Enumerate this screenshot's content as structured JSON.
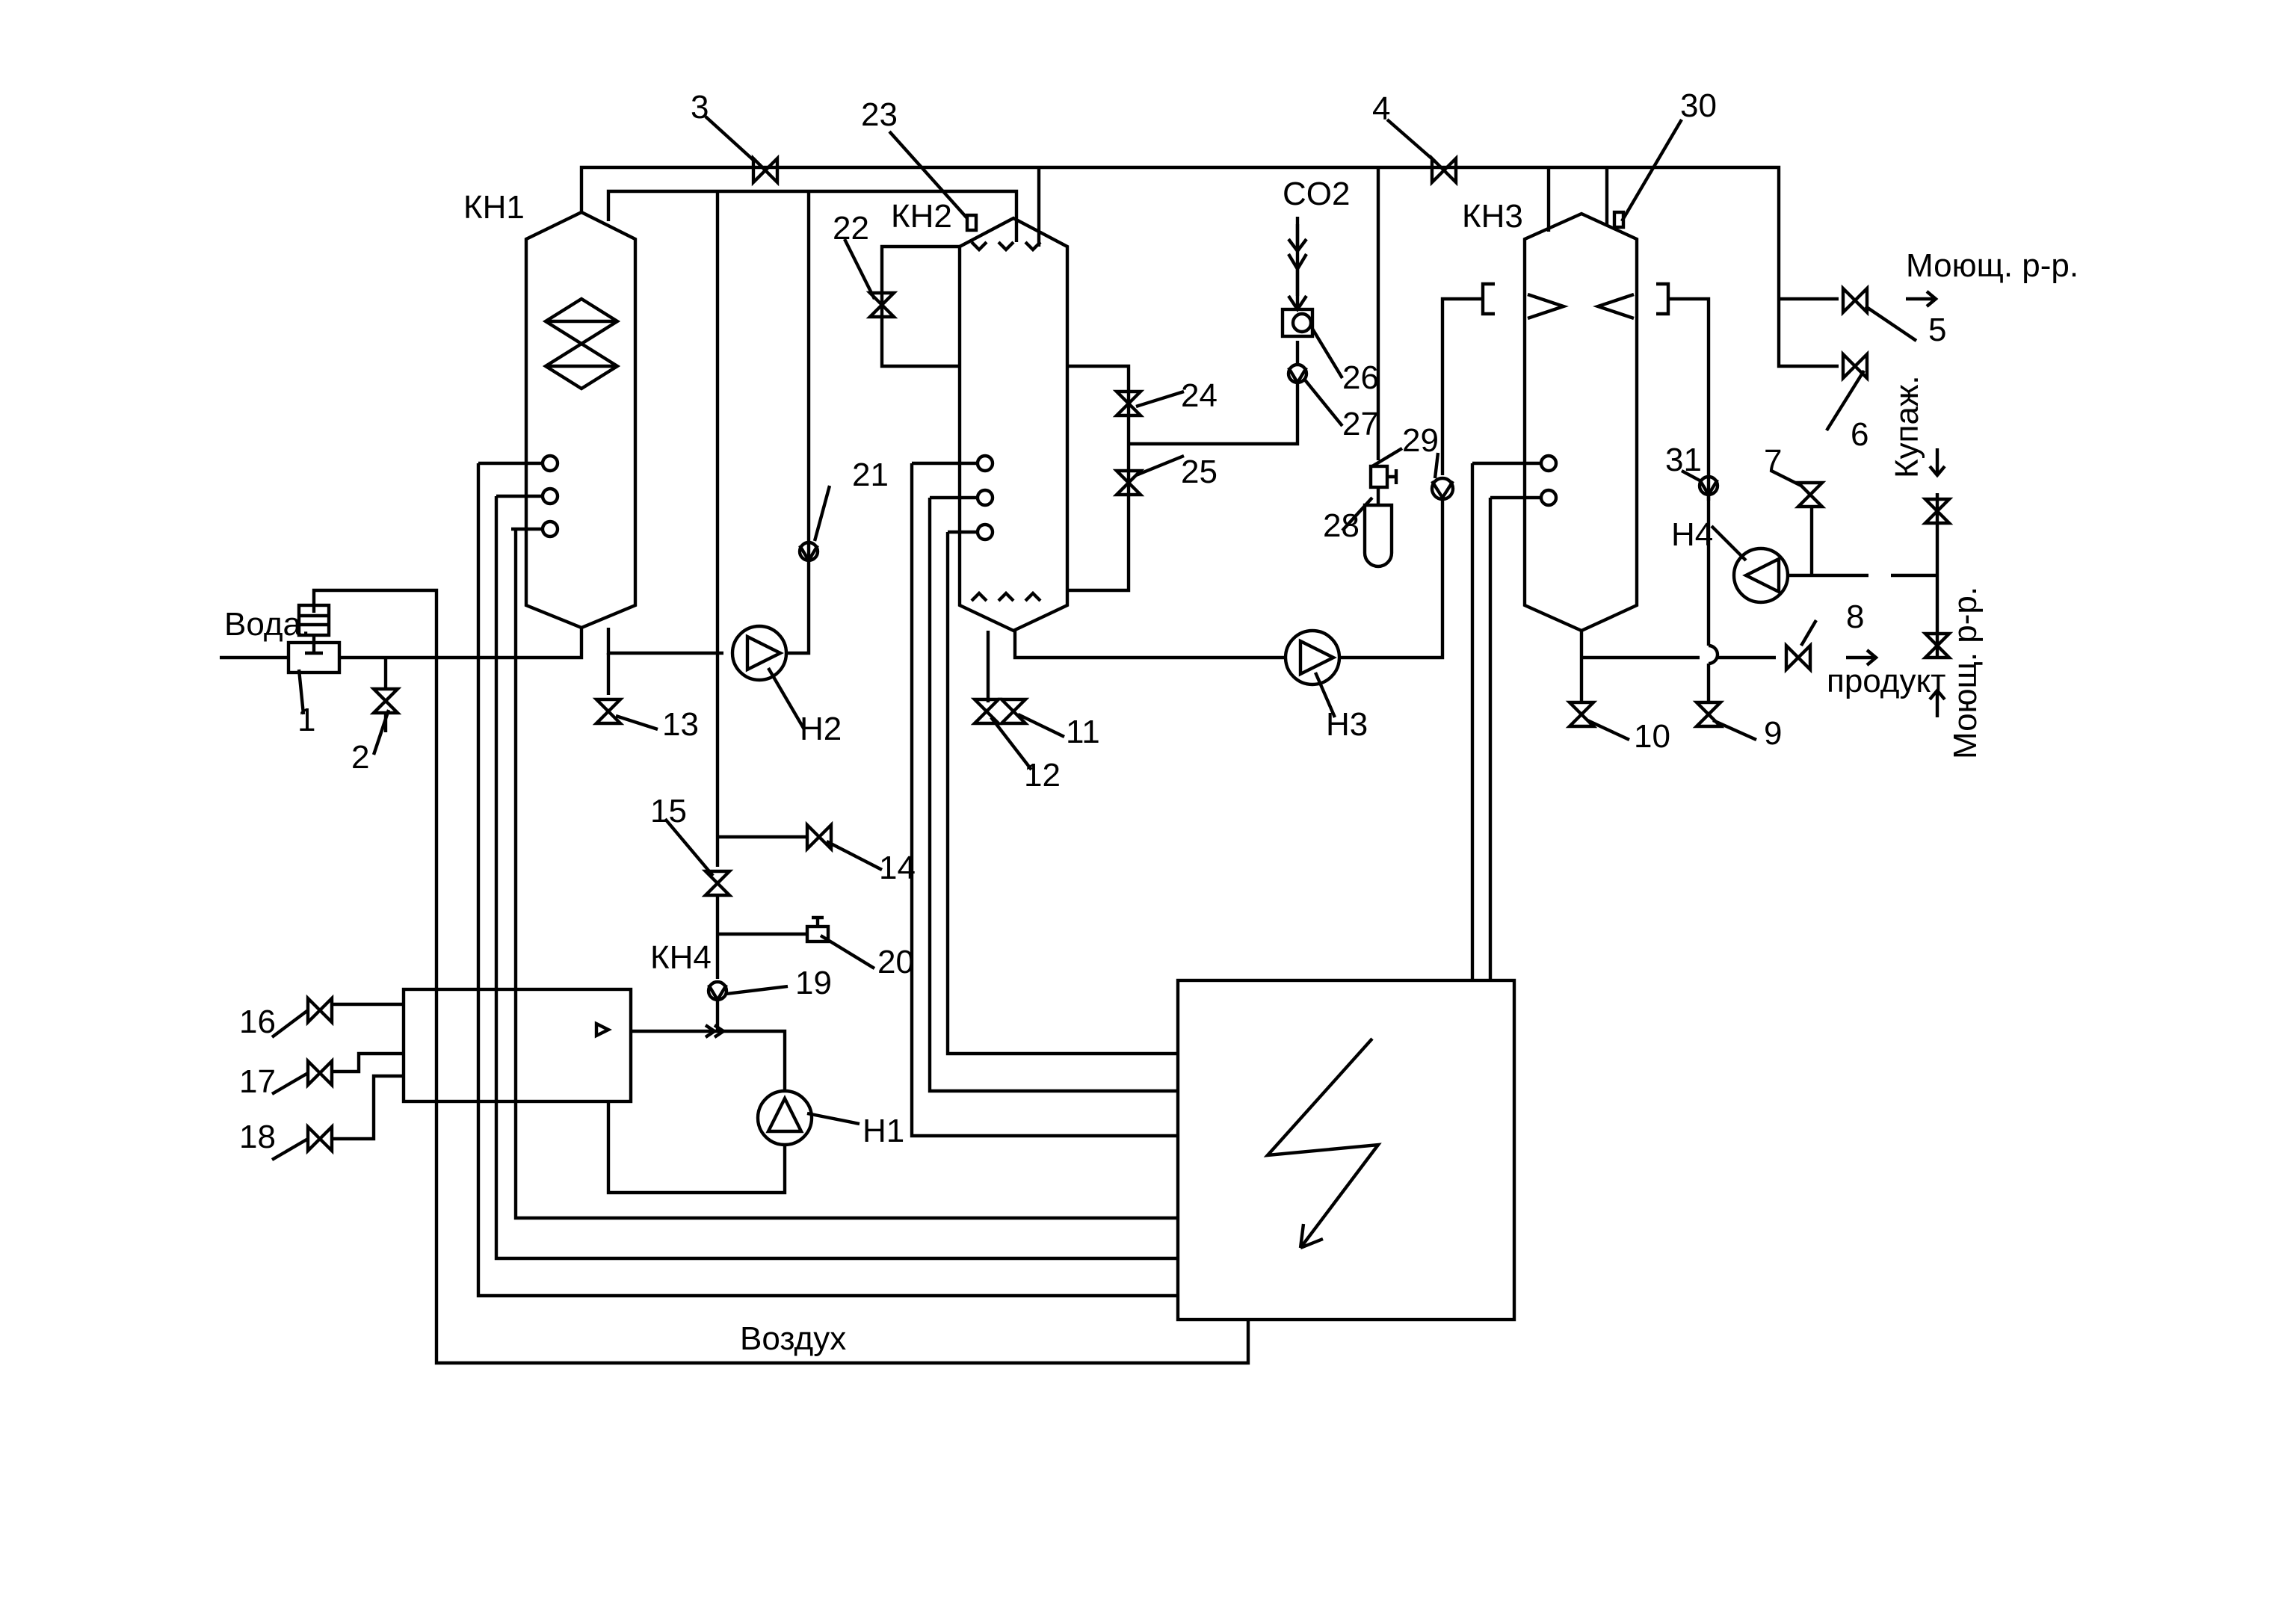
{
  "numbers": {
    "n1": "1",
    "n2": "2",
    "n3": "3",
    "n4": "4",
    "n5": "5",
    "n6": "6",
    "n7": "7",
    "n8": "8",
    "n9": "9",
    "n10": "10",
    "n11": "11",
    "n12": "12",
    "n13": "13",
    "n14": "14",
    "n15": "15",
    "n16": "16",
    "n17": "17",
    "n18": "18",
    "n19": "19",
    "n20": "20",
    "n21": "21",
    "n22": "22",
    "n23": "23",
    "n24": "24",
    "n25": "25",
    "n26": "26",
    "n27": "27",
    "n28": "28",
    "n29": "29",
    "n30": "30",
    "n31": "31"
  },
  "vessels": {
    "kn1": "КН1",
    "kn2": "КН2",
    "kn3": "КН3",
    "kn4": "КН4"
  },
  "pumps": {
    "h1": "Н1",
    "h2": "Н2",
    "h3": "Н3",
    "h4": "Н4"
  },
  "streams": {
    "water": "Вода.",
    "co2": "CO2",
    "wash_out": "Моющ. р-р.",
    "coupage": "Купаж.",
    "product": "продукт",
    "wash_in": "Моющ. р-р.",
    "air": "Воздух"
  },
  "icons": {
    "valve": "valve-icon",
    "pump": "pump-icon",
    "check_valve": "check-valve-icon",
    "control_cabinet": "lightning-icon"
  }
}
